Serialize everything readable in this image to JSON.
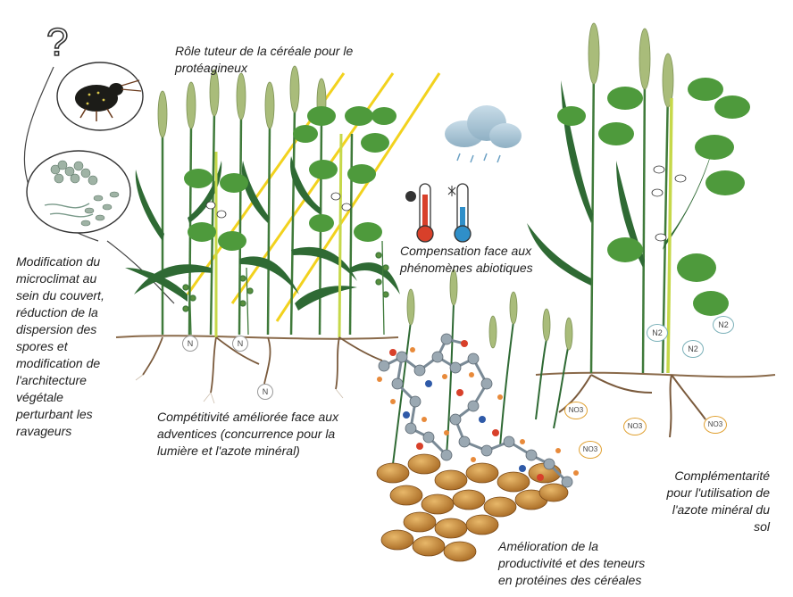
{
  "labels": {
    "tuteur": [
      "Rôle tuteur de la céréale pour le",
      "protéagineux"
    ],
    "microclimat": [
      "Modification du",
      "microclimat au",
      "sein du couvert,",
      "réduction de la",
      "dispersion des",
      "spores et",
      "modification de",
      "l'architecture",
      "végétale",
      "perturbant les",
      "ravageurs"
    ],
    "abiotique": [
      "Compensation face aux",
      "phénomènes abiotiques"
    ],
    "adventices": [
      "Compétitivité améliorée face aux",
      "adventices (concurrence pour la",
      "lumière et l'azote minéral)"
    ],
    "complementarite": [
      "Complémentarité",
      "pour l'utilisation de",
      "l'azote minéral du",
      "sol"
    ],
    "productivite": [
      "Amélioration de la",
      "productivité et des teneurs",
      "en protéines des céréales"
    ]
  },
  "icons": {
    "question": "?",
    "sun_thermometer": "sun-hot-thermometer-icon",
    "cold_thermometer": "snow-cold-thermometer-icon",
    "cloud": "rain-cloud-icon"
  },
  "soil_symbols": {
    "n": "N",
    "n2": [
      "N2",
      "N2",
      "N2"
    ],
    "no3": [
      "NO3",
      "NO3",
      "NO3",
      "NO3"
    ]
  },
  "colors": {
    "wheat_stem": "#3f7a3a",
    "wheat_ear": "#a9bc7a",
    "legume_leaf": "#4e9a3c",
    "legume_stem": "#c6d84a",
    "sun_ray": "#f2d21e",
    "soil": "#8a6a4a",
    "root": "#7a5a3c",
    "grain": "#c8903e"
  }
}
